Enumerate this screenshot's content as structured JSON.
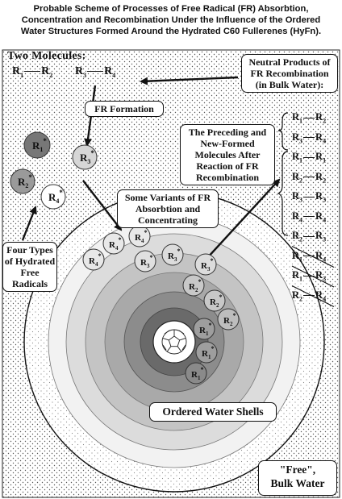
{
  "title": {
    "line1": "Probable Scheme of Processes of Free Radical (FR) Absorbtion,",
    "line2": "Concentration and Recombination Under the Influence of the Ordered",
    "line3": "Water Structures Formed Around the Hydrated C60 Fullerenes (HyFn)."
  },
  "two_molecules": {
    "label": "Two Molecules:",
    "pair1": {
      "a": "1",
      "b": "2"
    },
    "pair2": {
      "a": "3",
      "b": "4"
    }
  },
  "labels": {
    "fr_formation": "FR Formation",
    "neutral_products": [
      "Neutral Products of",
      "FR Recombination",
      "(in Bulk Water):"
    ],
    "preceding": [
      "The Preceding and",
      "New-Formed",
      "Molecules After",
      "Reaction of FR",
      "Recombination"
    ],
    "variants": [
      "Some Variants of FR",
      "Absorbtion and",
      "Concentrating"
    ],
    "four_types": [
      "Four Types",
      "of Hydrated",
      "Free",
      "Radicals"
    ],
    "ordered_shells": "Ordered Water Shells",
    "free_water": [
      "\"Free\",",
      "Bulk Water"
    ]
  },
  "products": [
    {
      "a": "1",
      "b": "2",
      "crossed": false
    },
    {
      "a": "3",
      "b": "4",
      "crossed": false
    },
    {
      "a": "1",
      "b": "1",
      "crossed": false
    },
    {
      "a": "2",
      "b": "2",
      "crossed": false
    },
    {
      "a": "3",
      "b": "3",
      "crossed": false
    },
    {
      "a": "4",
      "b": "4",
      "crossed": false
    },
    {
      "a": "2",
      "b": "3",
      "crossed": false
    },
    {
      "a": "1",
      "b": "4",
      "crossed": true
    },
    {
      "a": "1",
      "b": "3",
      "crossed": true
    },
    {
      "a": "2",
      "b": "4",
      "crossed": true
    }
  ],
  "free_radicals": [
    {
      "n": "1",
      "fill": "#777777"
    },
    {
      "n": "3",
      "fill": "#d6d6d6"
    },
    {
      "n": "2",
      "fill": "#9a9a9a"
    },
    {
      "n": "4",
      "fill": "#ffffff"
    }
  ],
  "shell_radicals": [
    {
      "n": "4"
    },
    {
      "n": "4"
    },
    {
      "n": "4"
    },
    {
      "n": "3"
    },
    {
      "n": "3"
    },
    {
      "n": "3"
    },
    {
      "n": "2"
    },
    {
      "n": "2"
    },
    {
      "n": "2"
    },
    {
      "n": "1"
    },
    {
      "n": "1"
    },
    {
      "n": "1"
    }
  ],
  "radical_symbol": "R",
  "radical_mark": "*",
  "colors": {
    "shell_outer": "#f2f2f2",
    "shell_2": "#dcdcdc",
    "shell_3": "#c4c4c4",
    "shell_4": "#a9a9a9",
    "shell_5": "#8c8c8c",
    "shell_6": "#6a6a6a",
    "core": "#ffffff"
  }
}
